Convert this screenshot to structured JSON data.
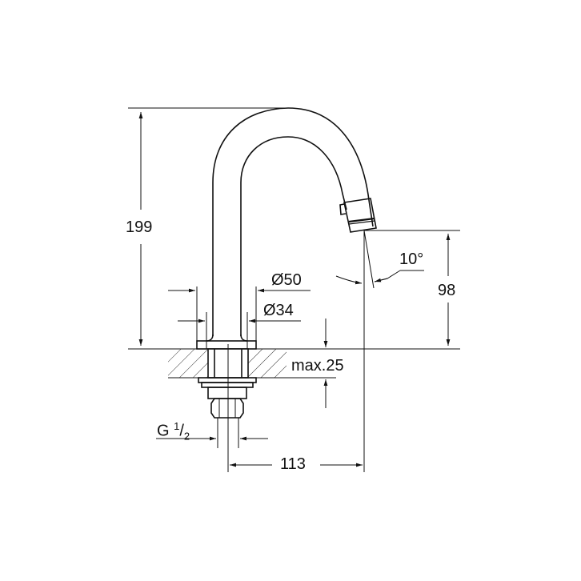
{
  "drawing": {
    "subject": "faucet",
    "colors": {
      "line": "#111111",
      "background": "#ffffff"
    }
  },
  "dimensions": {
    "total_height": "199",
    "spout_height": "98",
    "spout_angle": "10°",
    "base_diameter": "Ø50",
    "body_diameter": "Ø34",
    "max_counter_thickness": "max.25",
    "thread_prefix": "G",
    "thread_num": "1",
    "thread_sep": "/",
    "thread_den": "2",
    "spout_reach": "113"
  }
}
